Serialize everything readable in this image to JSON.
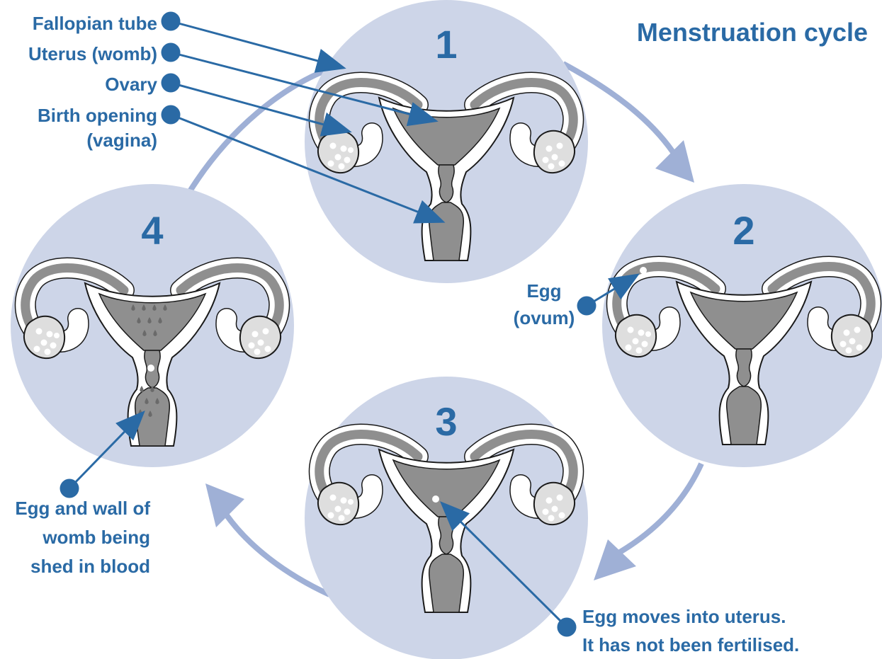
{
  "title": "Menstruation cycle",
  "colors": {
    "text": "#2a6aa5",
    "circle": "#cdd5e8",
    "arrow": "#9fb0d6",
    "organ_fill": "#8f8f8f",
    "ovary_fill": "#dedede",
    "outline": "#1a1a1a"
  },
  "stages": [
    {
      "number": "1",
      "uterus_state": "empty"
    },
    {
      "number": "2",
      "uterus_state": "egg released into tube"
    },
    {
      "number": "3",
      "uterus_state": "egg inside uterus"
    },
    {
      "number": "4",
      "uterus_state": "lining shed as blood drops"
    }
  ],
  "labels": {
    "fallopian_tube": "Fallopian tube",
    "uterus": "Uterus (womb)",
    "ovary": "Ovary",
    "birth_opening_line1": "Birth opening",
    "birth_opening_line2": "(vagina)",
    "egg_line1": "Egg",
    "egg_line2": "(ovum)",
    "egg_moves_line1": "Egg moves into uterus.",
    "egg_moves_line2": "It has not been fertilised.",
    "shed_line1": "Egg and wall of",
    "shed_line2": "womb being",
    "shed_line3": "shed in blood"
  }
}
